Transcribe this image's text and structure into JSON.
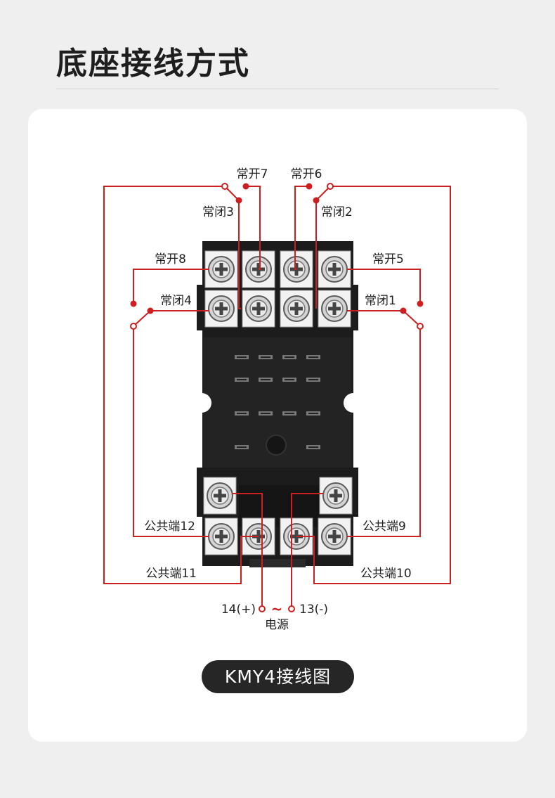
{
  "header": {
    "title": "底座接线方式"
  },
  "diagram": {
    "labels": {
      "no7": "常开7",
      "no6": "常开6",
      "nc3": "常闭3",
      "nc2": "常闭2",
      "no8": "常开8",
      "no5": "常开5",
      "nc4": "常闭4",
      "nc1": "常闭1",
      "com12": "公共端12",
      "com9": "公共端9",
      "com11": "公共端11",
      "com10": "公共端10",
      "pos": "14(+)",
      "neg": "13(-)",
      "tilde": "~",
      "power": "电源"
    },
    "colors": {
      "wire": "#cc1f1f",
      "base": "#1c1c1c",
      "label": "#222222"
    }
  },
  "caption": {
    "text": "KMY4接线图"
  }
}
